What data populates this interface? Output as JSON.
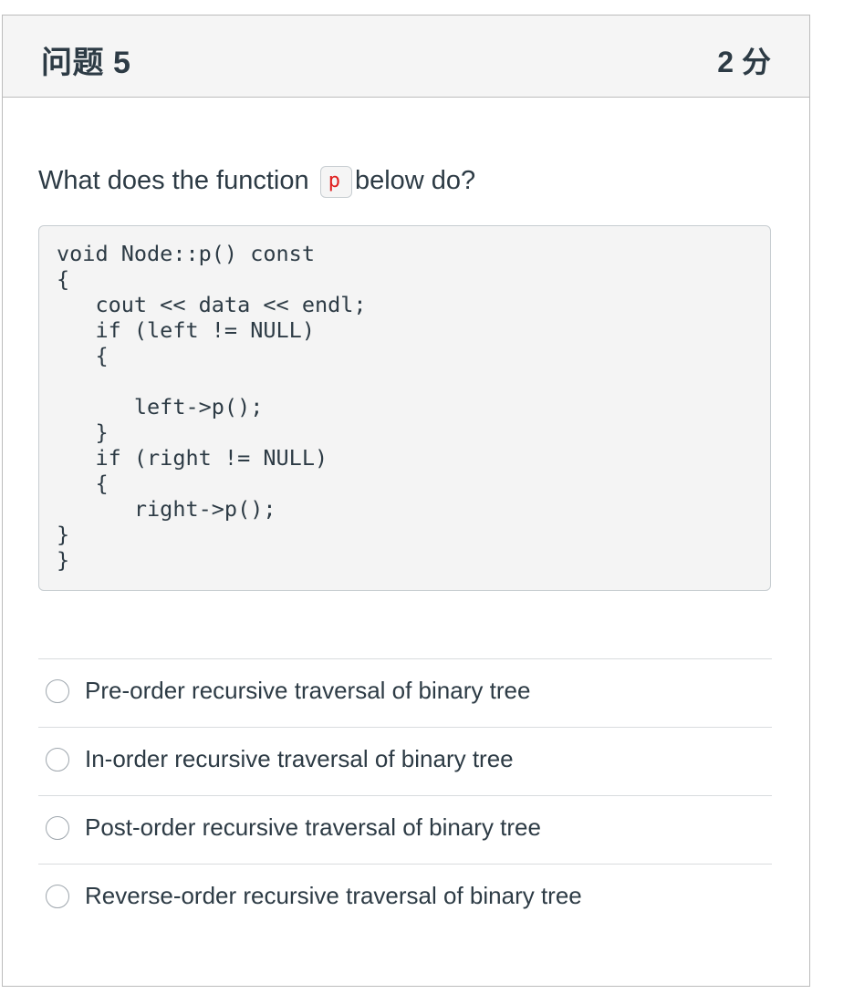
{
  "question": {
    "title": "问题 5",
    "points": "2 分",
    "text_before": "What does the function",
    "inline_code": "p",
    "text_after": "below do?"
  },
  "code_block": {
    "lines": [
      "void Node::p() const",
      "{",
      "   cout << data << endl;",
      "   if (left != NULL)",
      "   {",
      "",
      "      left->p();",
      "   }",
      "   if (right != NULL)",
      "   {",
      "      right->p();",
      "}",
      "}"
    ]
  },
  "answers": [
    {
      "label": "Pre-order recursive traversal of binary tree",
      "selected": false
    },
    {
      "label": "In-order recursive traversal of binary tree",
      "selected": false
    },
    {
      "label": "Post-order recursive traversal of binary tree",
      "selected": false
    },
    {
      "label": "Reverse-order recursive traversal of binary tree",
      "selected": false
    }
  ]
}
